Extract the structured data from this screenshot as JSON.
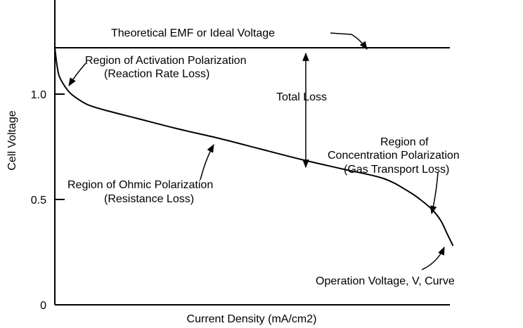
{
  "chart_data": {
    "type": "line",
    "title": "",
    "xlabel": "Current Density (mA/cm2)",
    "ylabel": "Cell Voltage",
    "ylim": [
      0,
      1.47
    ],
    "xlim": [
      0,
      1
    ],
    "y_ticks": [
      "0",
      "0.5",
      "1.0"
    ],
    "y_tick_values": [
      0,
      0.5,
      1.0
    ],
    "grid": false,
    "legend": "none",
    "reference_line": {
      "name": "Theoretical EMF or Ideal Voltage",
      "y": 1.22
    },
    "series": [
      {
        "name": "Operation Voltage, V, Curve",
        "x": [
          0.0,
          0.005,
          0.01,
          0.02,
          0.035,
          0.05,
          0.08,
          0.12,
          0.2,
          0.3,
          0.4,
          0.5,
          0.6,
          0.7,
          0.8,
          0.86,
          0.89,
          0.92,
          0.94,
          0.955,
          0.97
        ],
        "y": [
          1.22,
          1.14,
          1.09,
          1.05,
          1.01,
          0.985,
          0.95,
          0.925,
          0.885,
          0.835,
          0.79,
          0.74,
          0.69,
          0.645,
          0.6,
          0.54,
          0.5,
          0.45,
          0.4,
          0.34,
          0.28
        ]
      }
    ],
    "annotations": [
      {
        "text": "Theoretical EMF or Ideal Voltage"
      },
      {
        "text": "Region of Activation Polarization"
      },
      {
        "text": "(Reaction Rate Loss)"
      },
      {
        "text": "Total Loss"
      },
      {
        "text": "Region of"
      },
      {
        "text": "Concentration Polarization"
      },
      {
        "text": "(Gas Transport Loss)"
      },
      {
        "text": "Region of Ohmic Polarization"
      },
      {
        "text": "(Resistance Loss)"
      },
      {
        "text": "Operation Voltage, V, Curve"
      }
    ]
  }
}
